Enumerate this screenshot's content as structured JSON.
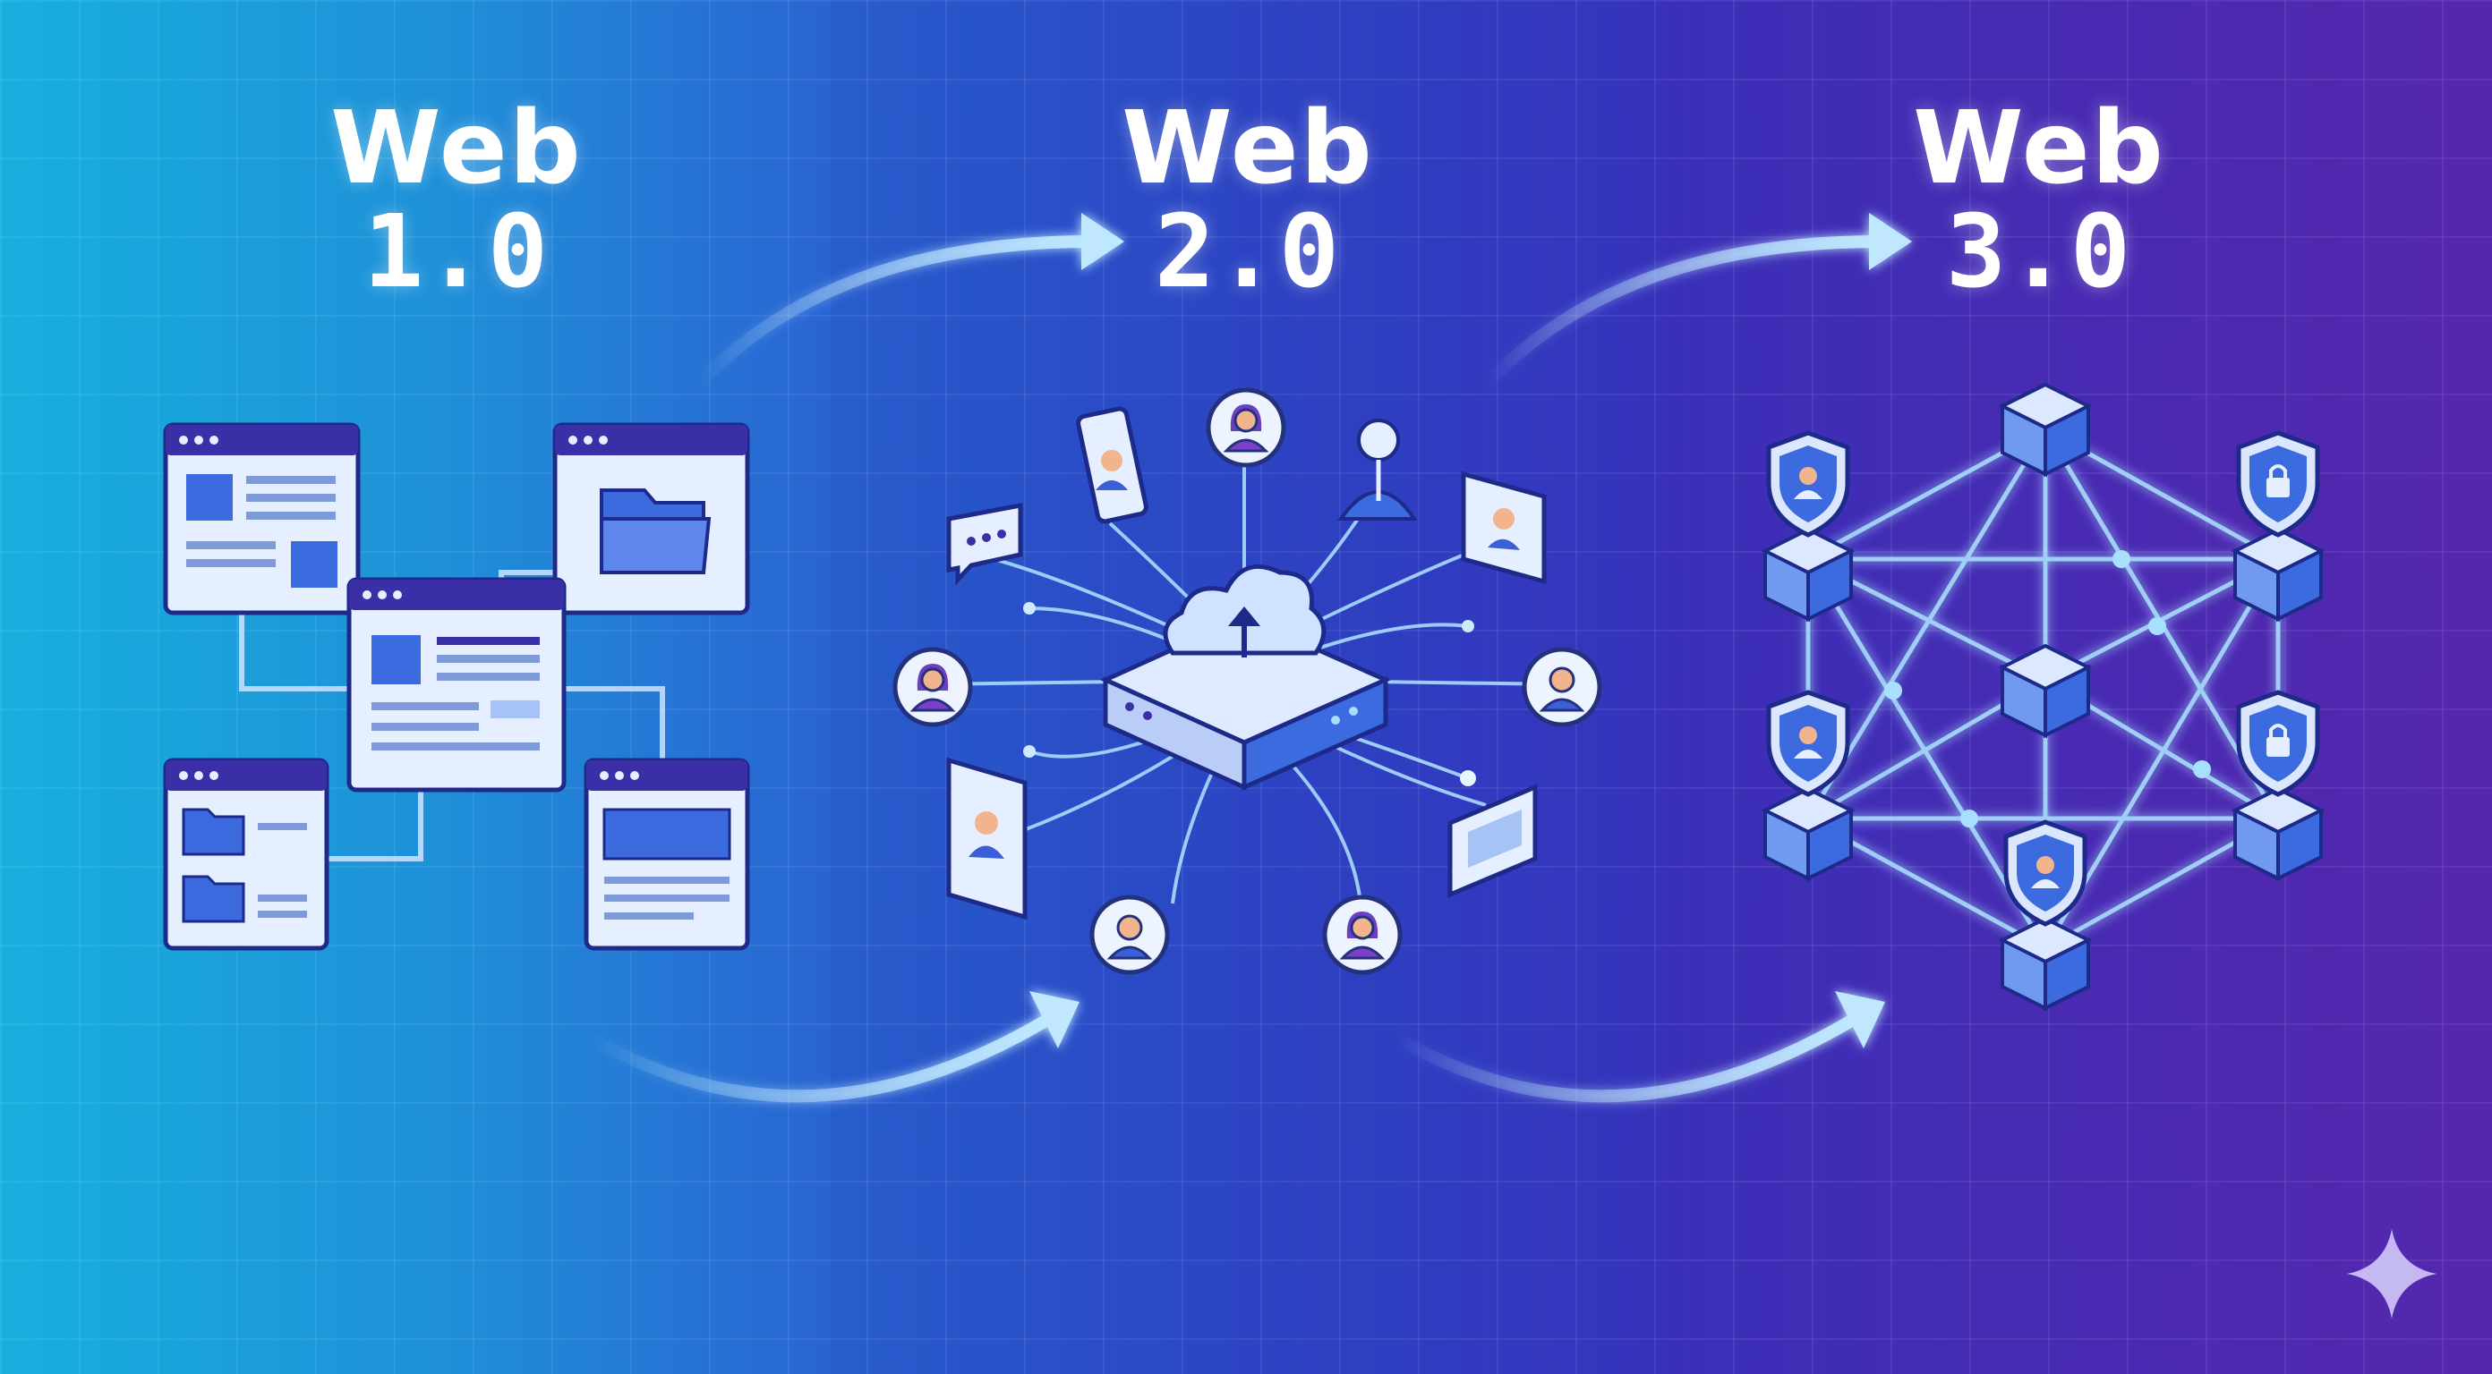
{
  "eras": [
    {
      "word": "Web",
      "version": "1.0"
    },
    {
      "word": "Web",
      "version": "2.0"
    },
    {
      "word": "Web",
      "version": "3.0"
    }
  ],
  "colors": {
    "bg_left": "#17b0de",
    "bg_mid": "#2f48c8",
    "bg_right": "#5a2bb2",
    "card_fill": "#e6efff",
    "card_header": "#3b2fa8",
    "accent_line": "#bfe4ff",
    "cube_top": "#dce8ff",
    "cube_side": "#3c6be0",
    "cube_dark": "#2b3fa8"
  },
  "icons": {
    "web1": [
      "browser-window-icon",
      "folder-icon",
      "document-icon"
    ],
    "web2": [
      "cloud-upload-icon",
      "server-icon",
      "user-avatar-icon",
      "chat-bubble-icon",
      "tablet-icon",
      "laptop-icon"
    ],
    "web3": [
      "shield-user-icon",
      "shield-lock-icon",
      "cube-node-icon"
    ],
    "corner": "sparkle-icon"
  }
}
